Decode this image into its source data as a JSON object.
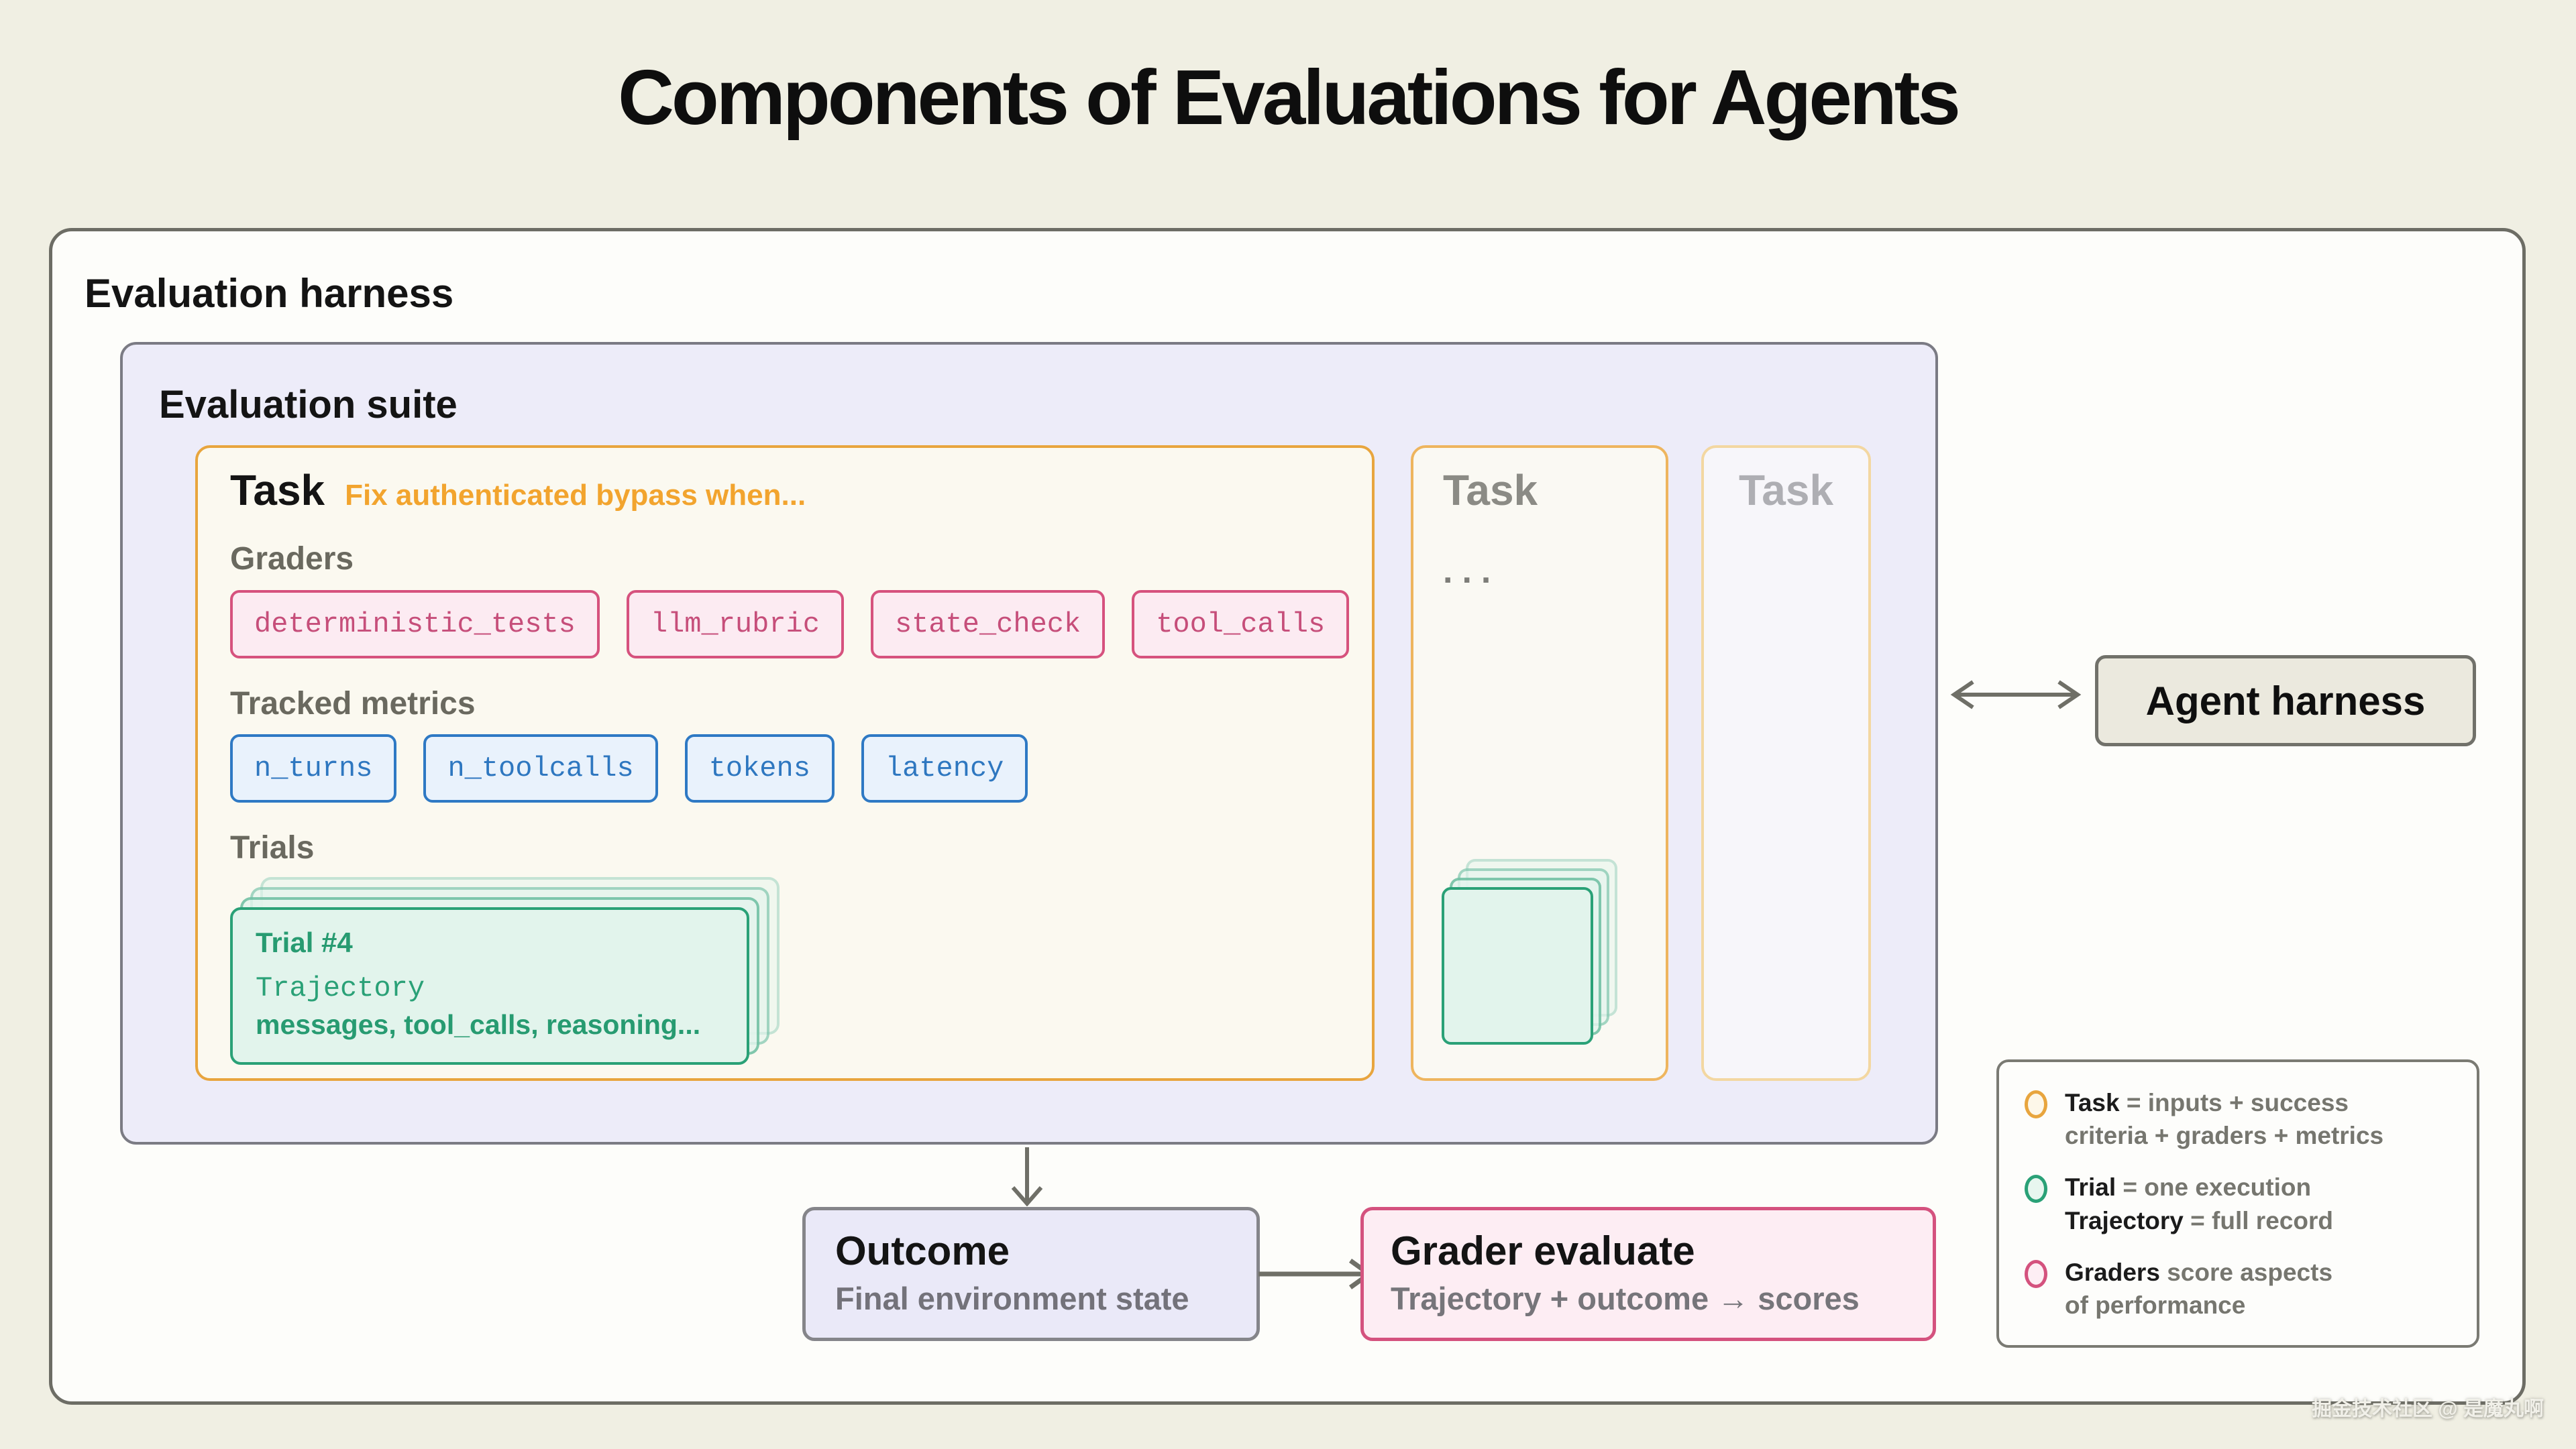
{
  "title": "Components of Evaluations for Agents",
  "watermark": "掘金技术社区 @ 是魔丸啊",
  "harness": {
    "label": "Evaluation harness"
  },
  "suite": {
    "label": "Evaluation suite"
  },
  "task_main": {
    "heading": "Task",
    "subtitle": "Fix authenticated bypass when...",
    "graders_label": "Graders",
    "graders": [
      "deterministic_tests",
      "llm_rubric",
      "state_check",
      "tool_calls"
    ],
    "metrics_label": "Tracked metrics",
    "metrics": [
      "n_turns",
      "n_toolcalls",
      "tokens",
      "latency"
    ],
    "trials_label": "Trials",
    "trial_card": {
      "title": "Trial #4",
      "trajectory_label": "Trajectory",
      "detail": "messages, tool_calls, reasoning..."
    }
  },
  "task_more": {
    "heading": "Task",
    "ellipsis": "..."
  },
  "task_faded": {
    "heading": "Task"
  },
  "agent": {
    "label": "Agent harness"
  },
  "outcome": {
    "title": "Outcome",
    "subtitle": "Final environment state"
  },
  "grader_evaluate": {
    "title": "Grader evaluate",
    "subtitle": "Trajectory + outcome → scores"
  },
  "legend": {
    "items": [
      {
        "ring_color": "#E8A53E",
        "ring_fill": "#FDF7E9",
        "segments": [
          {
            "text": "Task",
            "bold": true
          },
          {
            "text": " = inputs + success\ncriteria + graders + metrics",
            "bold": false
          }
        ]
      },
      {
        "ring_color": "#2AA177",
        "ring_fill": "#E7F6EF",
        "segments": [
          {
            "text": "Trial",
            "bold": true
          },
          {
            "text": " = one execution\n",
            "bold": false
          },
          {
            "text": "Trajectory",
            "bold": true
          },
          {
            "text": " = full record",
            "bold": false
          }
        ]
      },
      {
        "ring_color": "#D4527E",
        "ring_fill": "#FDEEF4",
        "segments": [
          {
            "text": "Graders",
            "bold": true
          },
          {
            "text": " score aspects\nof performance",
            "bold": false
          }
        ]
      }
    ]
  },
  "colors": {
    "accent_orange": "#E8A53E",
    "accent_green": "#2AA177",
    "accent_pink": "#D4527E",
    "accent_blue": "#2E79C4",
    "arrow_gray": "#6F6F67"
  }
}
